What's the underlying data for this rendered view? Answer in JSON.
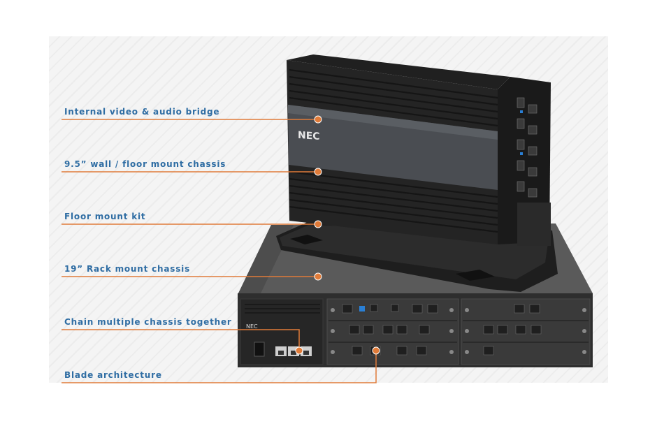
{
  "callouts": [
    {
      "label": "Internal video & audio bridge"
    },
    {
      "label": "9.5” wall / floor mount chassis"
    },
    {
      "label": "Floor mount kit"
    },
    {
      "label": "19” Rack mount chassis"
    },
    {
      "label": "Chain multiple chassis together"
    },
    {
      "label": "Blade architecture"
    }
  ],
  "brand": {
    "upper_logo": "NEC",
    "lower_logo": "NEC"
  },
  "colors": {
    "callout_line": "#e07b39",
    "callout_text": "#2f6da3",
    "chassis": "#2b2b2b"
  }
}
